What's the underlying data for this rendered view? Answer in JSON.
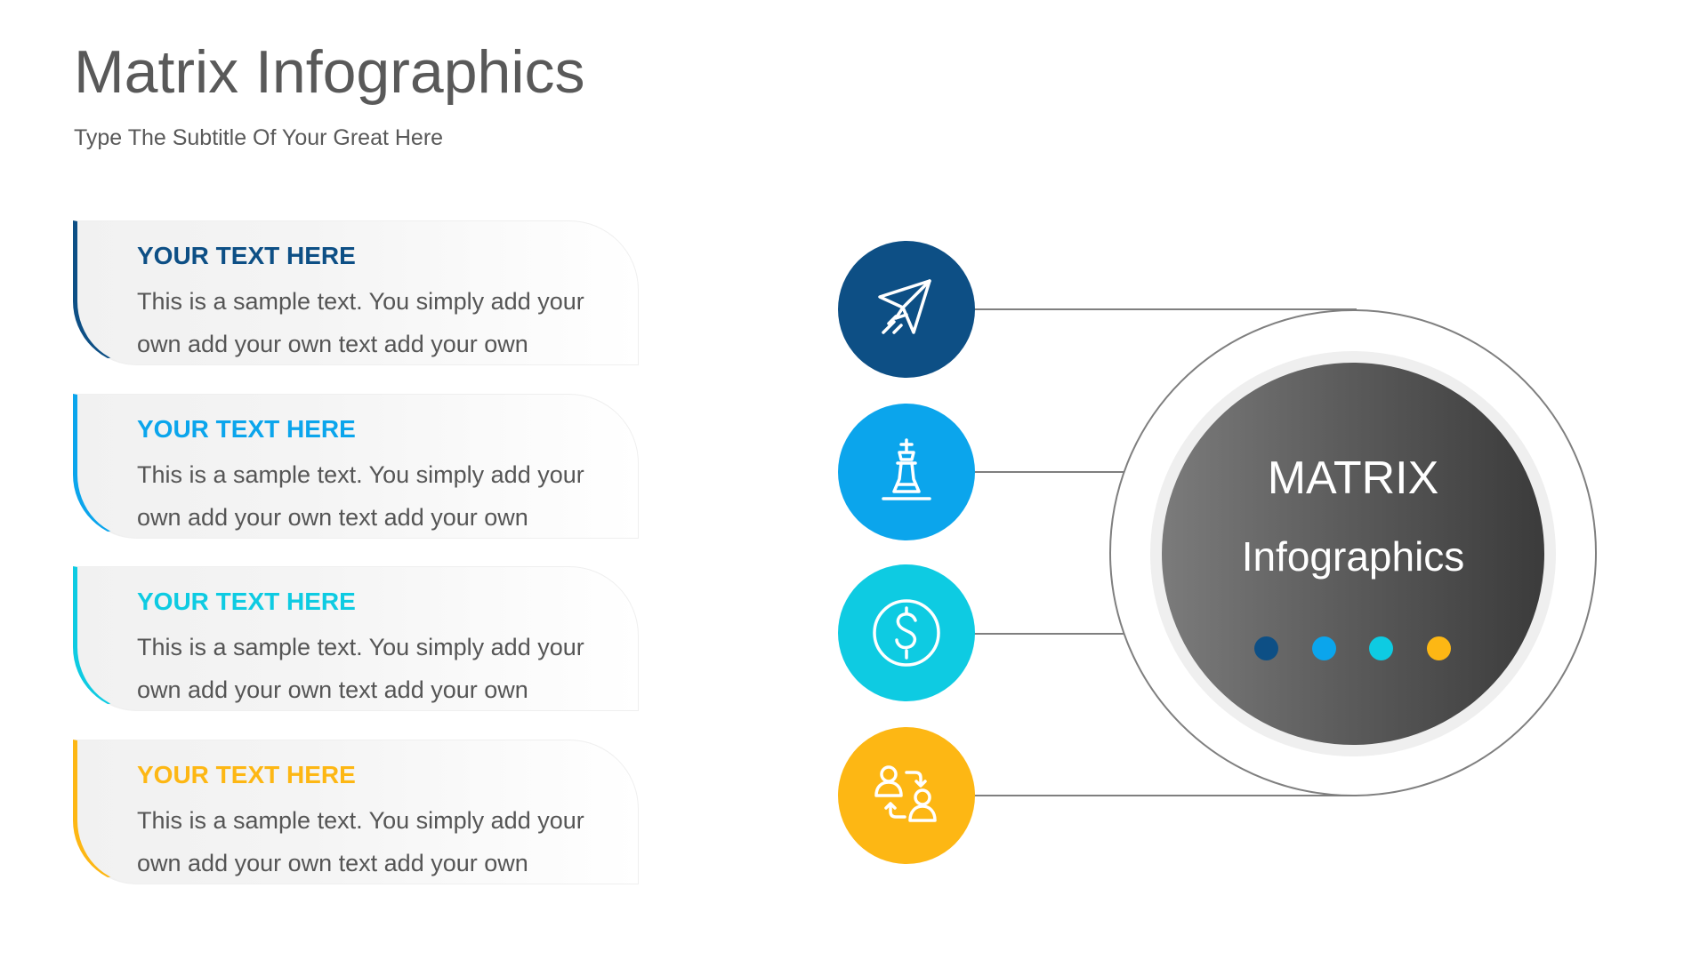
{
  "header": {
    "title": "Matrix Infographics",
    "subtitle": "Type The Subtitle Of Your Great Here"
  },
  "items": [
    {
      "heading": "YOUR TEXT HERE",
      "body": "This is a sample text. You simply add your own add your own text add your own",
      "color": "#0d4f85",
      "icon": "paper-plane-icon"
    },
    {
      "heading": "YOUR TEXT HERE",
      "body": "This is a sample text. You simply add your own add your own text add your own",
      "color": "#0ba5ec",
      "icon": "chess-king-icon"
    },
    {
      "heading": "YOUR TEXT HERE",
      "body": "This is a sample text. You simply add your own add your own text add your own",
      "color": "#0ecbe2",
      "icon": "dollar-coin-icon"
    },
    {
      "heading": "YOUR TEXT HERE",
      "body": "This is a sample text. You simply add your own add your own text add your own",
      "color": "#fdb714",
      "icon": "user-exchange-icon"
    }
  ],
  "center": {
    "title": "MATRIX",
    "subtitle": "Infographics",
    "dot_colors": [
      "#0d4f85",
      "#0ba5ec",
      "#0ecbe2",
      "#fdb714"
    ]
  },
  "colors": {
    "text_dark": "#595959",
    "body_text": "#555555",
    "connector": "#7f7f7f",
    "core_gradient_start": "#7b7b7b",
    "core_gradient_end": "#3b3b3b"
  }
}
